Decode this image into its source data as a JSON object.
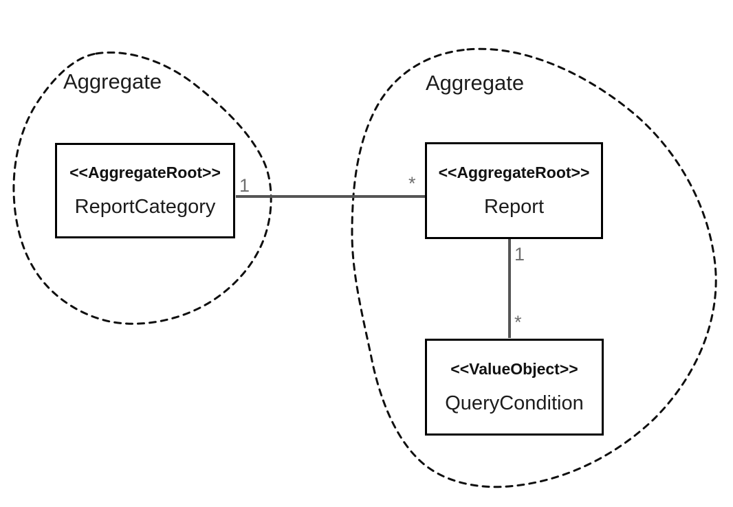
{
  "diagram": {
    "aggregates": [
      {
        "label": "Aggregate"
      },
      {
        "label": "Aggregate"
      }
    ],
    "classes": [
      {
        "stereotype": "<<AggregateRoot>>",
        "name": "ReportCategory"
      },
      {
        "stereotype": "<<AggregateRoot>>",
        "name": "Report"
      },
      {
        "stereotype": "<<ValueObject>>",
        "name": "QueryCondition"
      }
    ],
    "associations": [
      {
        "from": "ReportCategory",
        "to": "Report",
        "from_multiplicity": "1",
        "to_multiplicity": "*"
      },
      {
        "from": "Report",
        "to": "QueryCondition",
        "from_multiplicity": "1",
        "to_multiplicity": "*"
      }
    ],
    "colors": {
      "background": "#ffffff",
      "boundary": "#0f0f0f",
      "box_border": "#000000",
      "text": "#1c1c1c",
      "association_line": "#555555",
      "multiplicity": "#6f6f6f"
    }
  }
}
